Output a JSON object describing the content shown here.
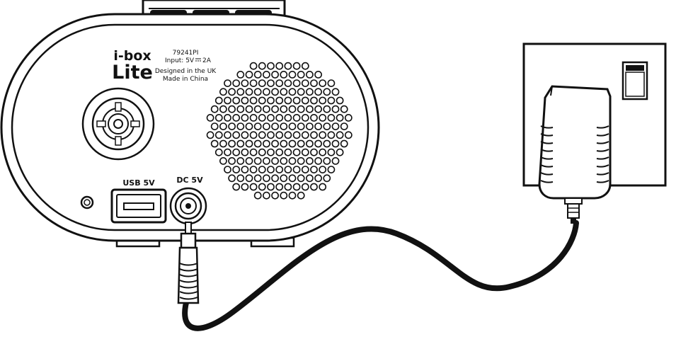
{
  "device": {
    "brand_small": "i-box",
    "brand_large": "Lite",
    "model": "79241PI",
    "input_label": "Input: 5V",
    "input_current": "2A",
    "designed": "Designed in the UK",
    "made": "Made in China"
  },
  "ports": {
    "usb_label": "USB 5V",
    "dc_label": "DC 5V"
  },
  "icons": {
    "knob": "rotary-knob-icon",
    "speaker": "speaker-grille-icon",
    "usb": "usb-port-icon",
    "dc": "dc-jack-icon",
    "plug": "power-adapter-icon",
    "socket": "wall-socket-icon"
  }
}
